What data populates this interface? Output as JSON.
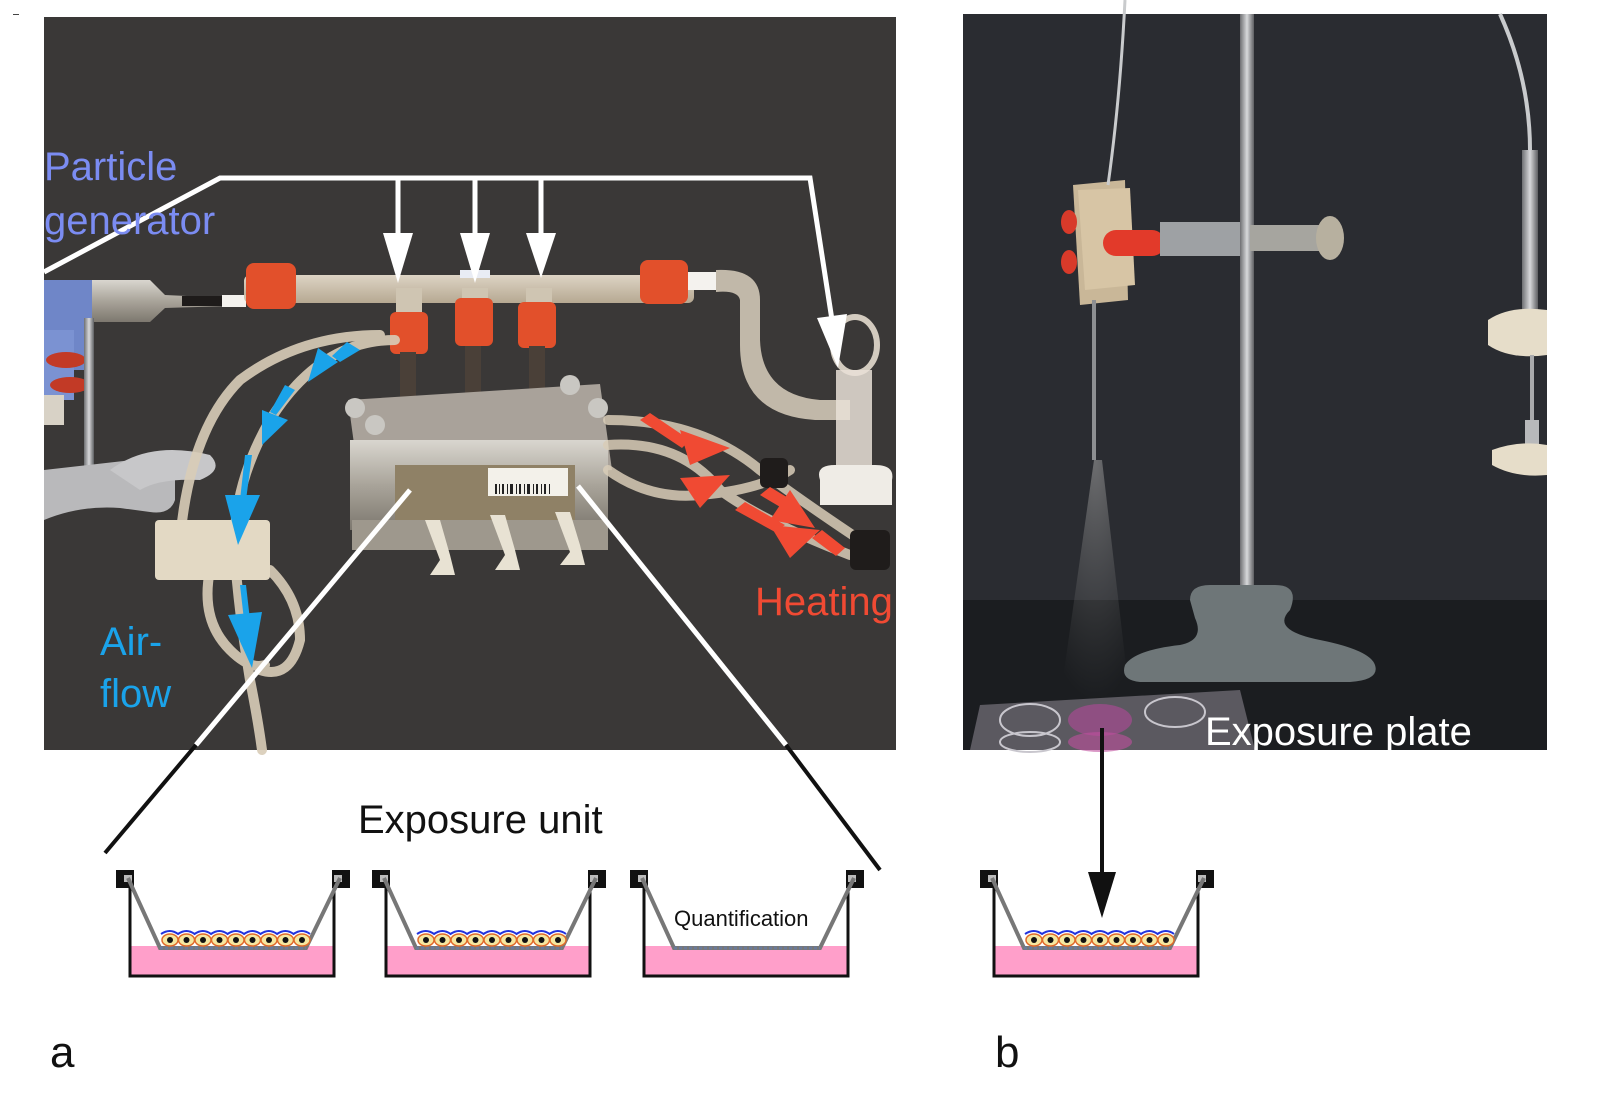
{
  "figure": {
    "panels": [
      {
        "id": "a",
        "panel_label": "a",
        "description": "Photograph of exposure system with particle generator, exposure unit, airflow and heating tubing",
        "annotations": {
          "particle_generator": "Particle\ngenerator",
          "particle_generator_line1": "Particle",
          "particle_generator_line2": "generator",
          "airflow_line1": "Air-",
          "airflow_line2": "flow",
          "heating": "Heating"
        },
        "exposure_unit_label": "Exposure unit",
        "wells": [
          {
            "type": "cells",
            "label": ""
          },
          {
            "type": "cells",
            "label": ""
          },
          {
            "type": "quantification",
            "label": "Quantification"
          }
        ]
      },
      {
        "id": "b",
        "panel_label": "b",
        "description": "Photograph of spray nozzle on lab stand above exposure plate",
        "annotations": {
          "exposure_plate": "Exposure plate"
        },
        "wells": [
          {
            "type": "cells",
            "label": ""
          }
        ]
      }
    ],
    "colors": {
      "particle_label": "#7b8cf2",
      "airflow": "#1aa3ea",
      "heating": "#f04a33",
      "photo_bg_a": "#3a3837",
      "photo_bg_b": "#2a2c31",
      "medium_pink": "#ff9fca",
      "cell_nucleus": "#111111",
      "cell_body": "#f5e7a0",
      "cell_membrane": "#2233dd",
      "cap_red": "#e2502b"
    }
  }
}
